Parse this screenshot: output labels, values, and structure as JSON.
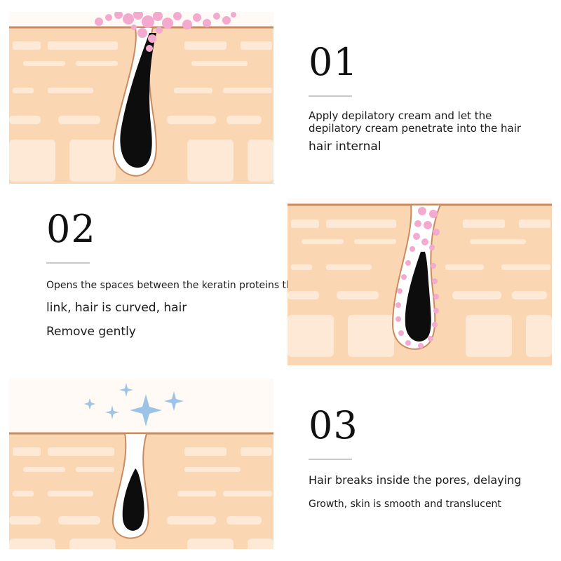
{
  "steps": [
    {
      "number": "01",
      "lines": [
        "Apply depilatory cream and let the",
        "depilatory cream penetrate into the hair",
        "hair internal"
      ]
    },
    {
      "number": "02",
      "lines": [
        "Opens the spaces between the keratin proteins that make up hair",
        "link, hair is curved, hair",
        "Remove gently"
      ]
    },
    {
      "number": "03",
      "lines": [
        "Hair breaks inside the pores, delaying",
        "Growth, skin is smooth and translucent"
      ]
    }
  ],
  "colors": {
    "skin": "#fbd6b3",
    "skin_light": "#fde9d6",
    "skin_edge": "#c98b60",
    "cream": "#f4a9cf",
    "hair": "#0d0d0d",
    "sparkle": "#9dc4e6"
  }
}
